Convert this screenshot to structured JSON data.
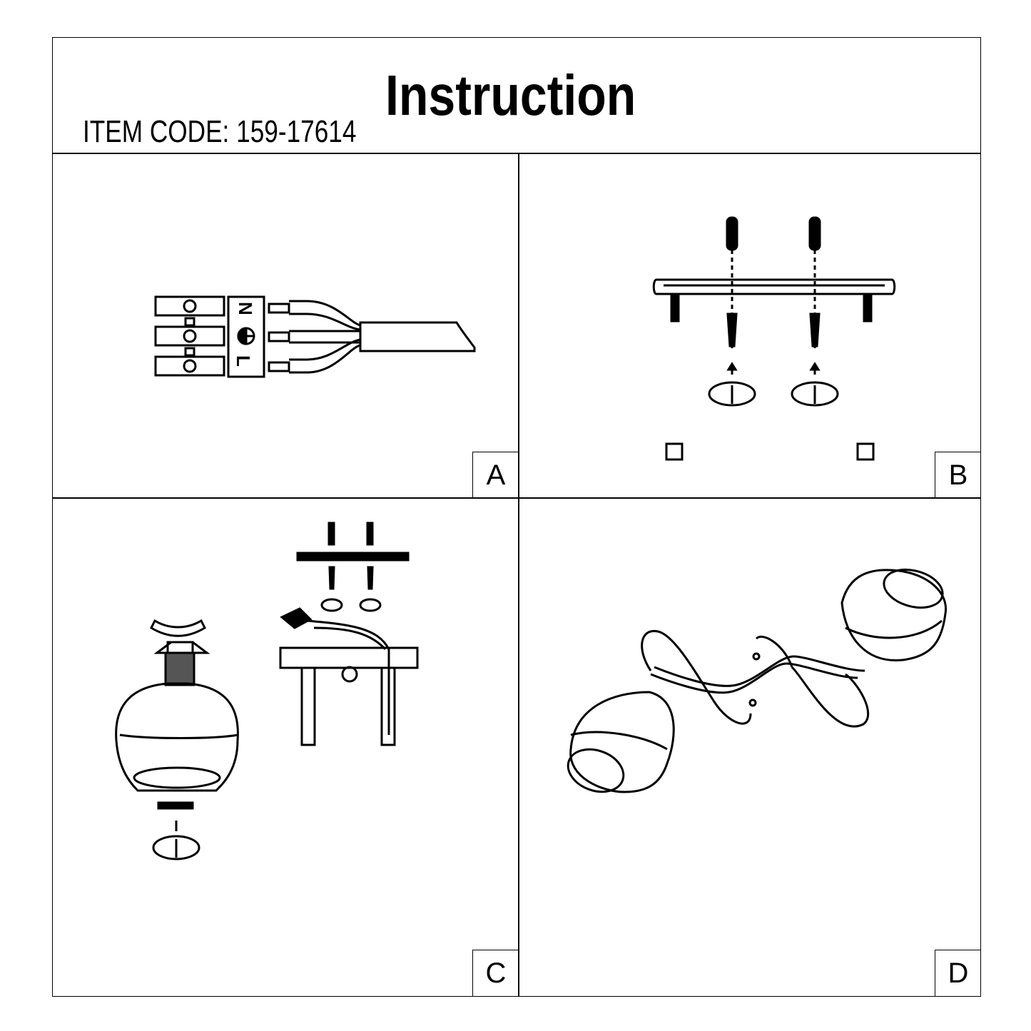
{
  "header": {
    "title": "Instruction",
    "item_code": "ITEM CODE: 159-17614"
  },
  "panels": [
    {
      "label": "A",
      "terminal_labels": [
        "N",
        "L"
      ]
    },
    {
      "label": "B"
    },
    {
      "label": "C"
    },
    {
      "label": "D"
    }
  ]
}
